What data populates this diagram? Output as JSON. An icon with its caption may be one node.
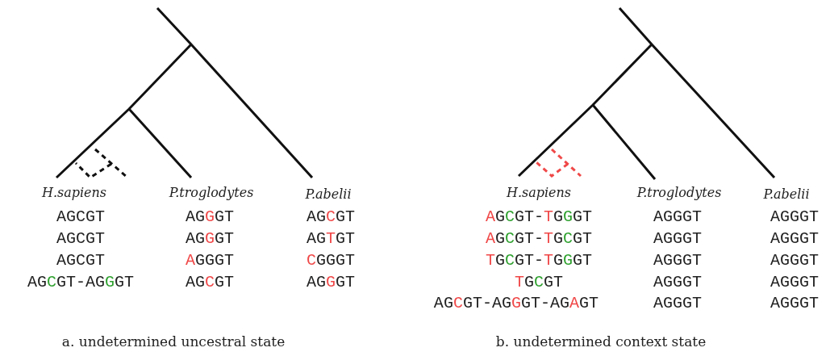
{
  "diagram": {
    "labels": [
      "H.sapiens",
      "P.troglodytes",
      "P.abelii",
      "AGCGT",
      "AGGGT",
      "AGCGT",
      "AGCGT",
      "AGGGT",
      "AGTGT",
      "AGCGT",
      "AGGGT",
      "CGGGT",
      "AGCGT-AGGGT",
      "AGCGT",
      "AGGGT",
      "H.sapiens",
      "P.troglodytes",
      "P.abelii",
      "AGCGT-TGGGT",
      "AGGGT",
      "AGGGT",
      "AGCGT-TGCGT",
      "AGGGT",
      "AGGGT",
      "TGCGT-TGGGT",
      "AGGGT",
      "AGGGT",
      "TGCGT",
      "AGGGT",
      "AGGGT",
      "AGCGT-AGGGT-AGAGT",
      "AGGGT",
      "AGGGT",
      "a. undetermined uncestral state",
      "b. undetermined context state"
    ]
  }
}
